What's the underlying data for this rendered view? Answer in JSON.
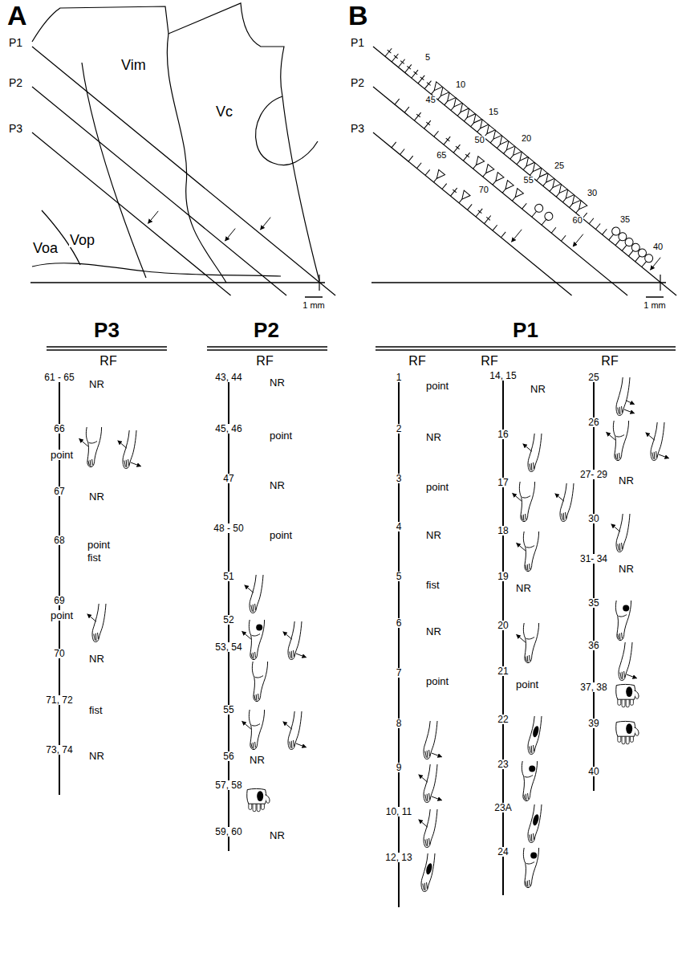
{
  "diagram": {
    "labels": [
      "A",
      "P1",
      "P2",
      "P3",
      "Vim",
      "Vc",
      "Vop",
      "Voa",
      "1 mm",
      "B",
      "P1",
      "P2",
      "P3",
      "5",
      "10",
      "15",
      "20",
      "25",
      "30",
      "35",
      "40",
      "45",
      "50",
      "55",
      "60",
      "65",
      "70",
      "1 mm",
      "P3",
      "RF",
      "61 - 65",
      "NR",
      "66",
      "point",
      "67",
      "NR",
      "68",
      "point",
      "fist",
      "69",
      "point",
      "70",
      "NR",
      "71, 72",
      "fist",
      "73, 74",
      "NR",
      "P2",
      "RF",
      "43, 44",
      "NR",
      "45, 46",
      "point",
      "47",
      "NR",
      "48 - 50",
      "point",
      "51",
      "52",
      "53, 54",
      "55",
      "56",
      "NR",
      "57, 58",
      "59, 60",
      "NR",
      "P1",
      "RF",
      "RF",
      "RF",
      "1",
      "point",
      "2",
      "NR",
      "3",
      "point",
      "4",
      "NR",
      "5",
      "fist",
      "6",
      "NR",
      "7",
      "point",
      "8",
      "9",
      "10, 11",
      "12, 13",
      "14, 15",
      "NR",
      "16",
      "17",
      "18",
      "19",
      "NR",
      "20",
      "21",
      "point",
      "22",
      "23",
      "23A",
      "24",
      "25",
      "26",
      "27- 29",
      "NR",
      "30",
      "31- 34",
      "NR",
      "35",
      "36",
      "37, 38",
      "39",
      "40"
    ]
  }
}
